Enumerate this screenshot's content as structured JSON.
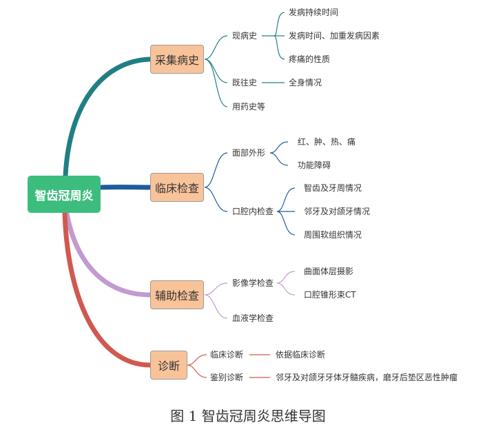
{
  "root": "智齿冠周炎",
  "branches": [
    {
      "label": "采集病史",
      "color": "#217f84",
      "children": [
        {
          "label": "现病史",
          "children": [
            "发病持续时间",
            "发病时间、加重发病因素",
            "疼痛的性质"
          ]
        },
        {
          "label": "既往史",
          "children": [
            "全身情况"
          ]
        },
        {
          "label": "用药史等",
          "children": []
        }
      ]
    },
    {
      "label": "临床检查",
      "color": "#1f5c9c",
      "children": [
        {
          "label": "面部外形",
          "children": [
            "红、肿、热、痛",
            "功能障碍"
          ]
        },
        {
          "label": "口腔内检查",
          "children": [
            "智齿及牙周情况",
            "邻牙及对颌牙情况",
            "周围软组织情况"
          ]
        }
      ]
    },
    {
      "label": "辅助检查",
      "color": "#c29ad0",
      "children": [
        {
          "label": "影像学检查",
          "children": [
            "曲面体层摄影",
            "口腔锥形束CT"
          ]
        },
        {
          "label": "血液学检查",
          "children": []
        }
      ]
    },
    {
      "label": "诊断",
      "color": "#d0594f",
      "children": [
        {
          "label": "临床诊断",
          "children": [
            "依据临床诊断"
          ]
        },
        {
          "label": "鉴别诊断",
          "children": [
            "邻牙及对颌牙牙体牙髓疾病，磨牙后垫区恶性肿瘤"
          ]
        }
      ]
    }
  ],
  "caption": "图 1 智齿冠周炎思维导图"
}
